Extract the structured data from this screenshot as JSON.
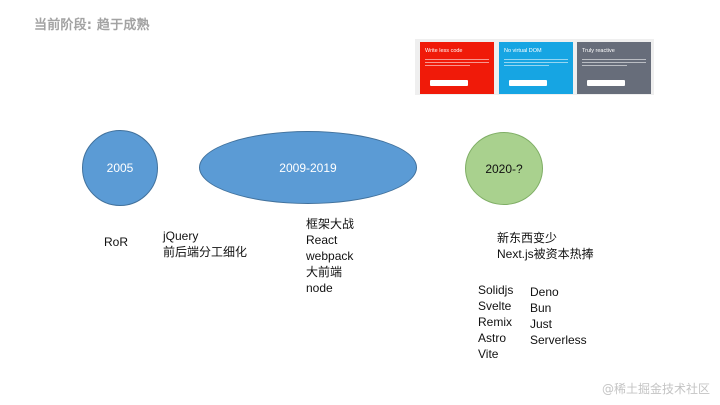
{
  "slide": {
    "title": "当前阶段: 趋于成熟",
    "watermark": "@稀土掘金技术社区"
  },
  "screenshot": {
    "cards": [
      {
        "title": "Write less code",
        "color": "#f01a09"
      },
      {
        "title": "No virtual DOM",
        "color": "#16a5e3"
      },
      {
        "title": "Truly reactive",
        "color": "#676d7a"
      }
    ]
  },
  "timeline": {
    "nodes": [
      {
        "label": "2005",
        "color": "#5b9bd5"
      },
      {
        "label": "2009-2019",
        "color": "#5b9bd5"
      },
      {
        "label": "2020-?",
        "color": "#a9d18e"
      }
    ]
  },
  "notes": {
    "ror": "RoR",
    "jquery": [
      "jQuery",
      "前后端分工细化"
    ],
    "era2009": [
      "框架大战",
      "React",
      "webpack",
      "大前端",
      "node"
    ],
    "era2020": [
      "新东西变少",
      "Next.js被资本热捧"
    ],
    "newtools_left": [
      "Solidjs",
      "Svelte",
      "Remix",
      "Astro",
      "Vite"
    ],
    "newtools_right": [
      "Deno",
      "Bun",
      "Just",
      "Serverless"
    ]
  }
}
